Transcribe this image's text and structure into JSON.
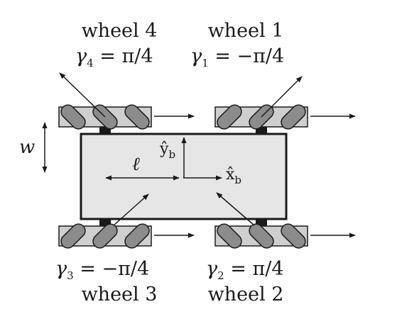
{
  "labels": {
    "wheel4": "wheel 4",
    "wheel1": "wheel 1",
    "wheel3": "wheel 3",
    "wheel2": "wheel 2",
    "gamma4": {
      "sym": "γ",
      "sub": "4",
      "rhs": " = π/4"
    },
    "gamma1": {
      "sym": "γ",
      "sub": "1",
      "rhs": " = −π/4"
    },
    "gamma3": {
      "sym": "γ",
      "sub": "3",
      "rhs": " = −π/4"
    },
    "gamma2": {
      "sym": "γ",
      "sub": "2",
      "rhs": " = π/4"
    },
    "width_symbol": "w",
    "length_symbol": "ℓ",
    "y_axis": {
      "main": "ŷ",
      "sub": "b"
    },
    "x_axis": {
      "main": "x̂",
      "sub": "b"
    }
  },
  "colors": {
    "chassis_fill": "#e6e6e6",
    "wheel_bar_fill": "#cfcfcf",
    "roller_fill": "#8c8c8c",
    "axle": "#1a1a1a",
    "stroke": "#1a1a1a"
  }
}
